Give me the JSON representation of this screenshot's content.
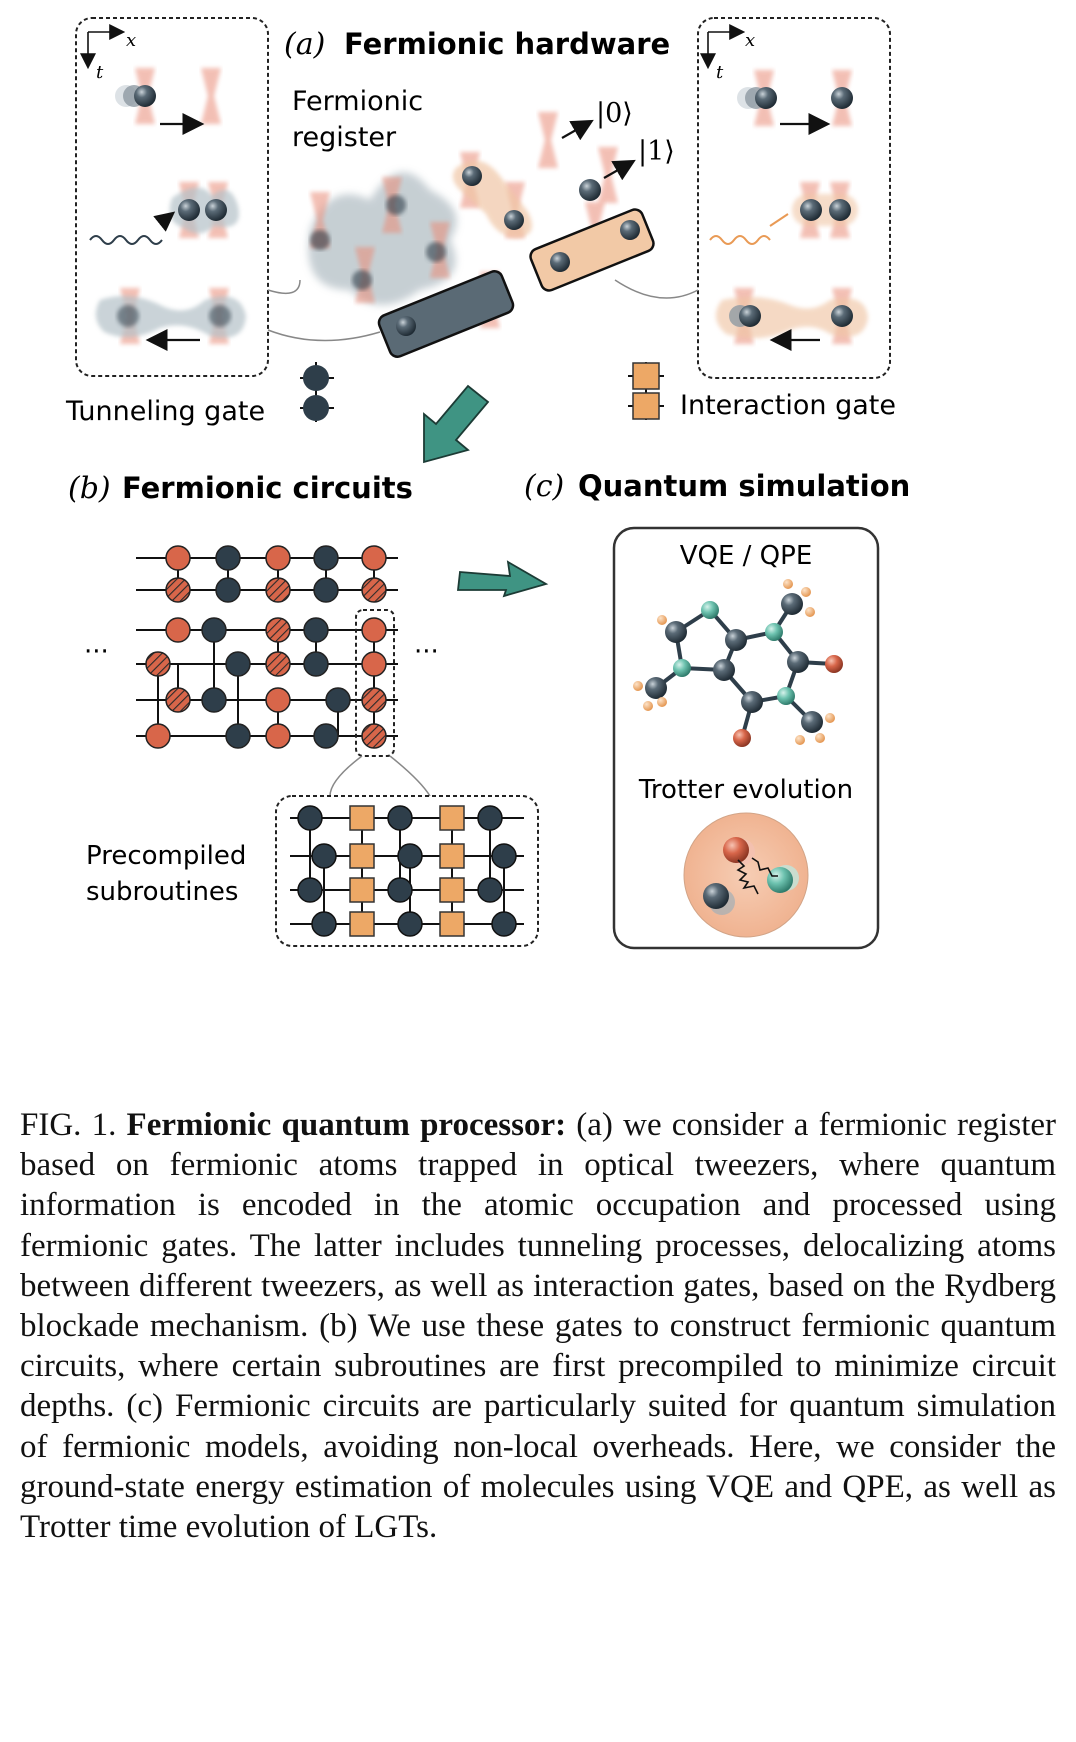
{
  "panel_a": {
    "label": "(a)",
    "title": "Fermionic hardware",
    "register_label_line1": "Fermionic",
    "register_label_line2": "register",
    "ket0": "|0⟩",
    "ket1": "|1⟩",
    "axis_x": "x",
    "axis_t": "t",
    "tunneling_gate_label": "Tunneling gate",
    "interaction_gate_label": "Interaction gate"
  },
  "panel_b": {
    "label": "(b)",
    "title": "Fermionic circuits",
    "ellipsis": "···",
    "precompiled_line1": "Precompiled",
    "precompiled_line2": "subroutines"
  },
  "panel_c": {
    "label": "(c)",
    "title": "Quantum simulation",
    "vqe_qpe": "VQE / QPE",
    "trotter": "Trotter evolution"
  },
  "caption": {
    "fig_label": "FIG. 1.",
    "bold_title": "Fermionic quantum processor:",
    "text": "(a) we consider a fermionic register based on fermionic atoms trapped in optical tweezers, where quantum information is encoded in the atomic occupation and processed using fermionic gates. The latter includes tunneling processes, delocalizing atoms between different tweezers, as well as interaction gates, based on the Rydberg blockade mechanism. (b) We use these gates to construct fermionic quantum circuits, where certain subroutines are first precompiled to minimize circuit depths. (c) Fermionic circuits are particularly suited for quantum simulation of fermionic models, avoiding non-local overheads. Here, we consider the ground-state energy estimation of molecules using VQE and QPE, as well as Trotter time evolution of LGTs."
  },
  "colors": {
    "dark_node": "#2e3e4a",
    "orange_node": "#d8664a",
    "square_gate": "#eda866",
    "teal_arrow": "#3f9483",
    "tweezer": "#e98c78",
    "molecule_teal": "#6ec3b0"
  }
}
